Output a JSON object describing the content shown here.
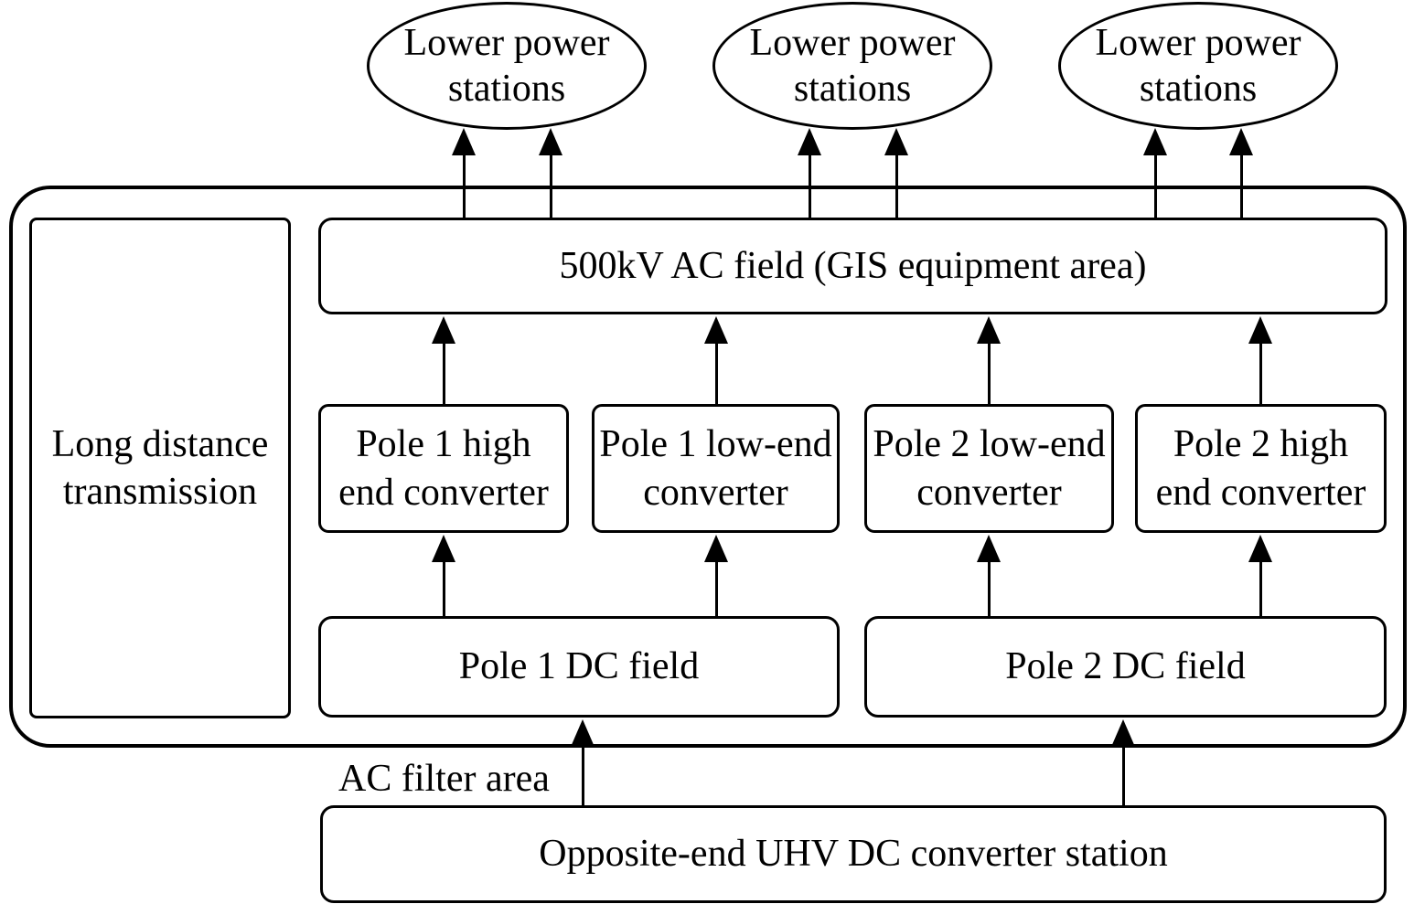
{
  "ellipses": [
    {
      "lines": [
        "Lower power",
        "stations"
      ]
    },
    {
      "lines": [
        "Lower power",
        "stations"
      ]
    },
    {
      "lines": [
        "Lower power",
        "stations"
      ]
    }
  ],
  "station": {
    "long_distance": {
      "lines": [
        "Long distance",
        "transmission"
      ]
    },
    "ac_field": {
      "label": "500kV AC field (GIS equipment area)"
    },
    "converters": [
      {
        "lines": [
          "Pole 1 high",
          "end converter"
        ]
      },
      {
        "lines": [
          "Pole 1 low-end",
          "converter"
        ]
      },
      {
        "lines": [
          "Pole 2 low-end",
          "converter"
        ]
      },
      {
        "lines": [
          "Pole 2 high",
          "end converter"
        ]
      }
    ],
    "dc_fields": [
      {
        "label": "Pole 1 DC field"
      },
      {
        "label": "Pole 2 DC field"
      }
    ],
    "ac_filter_label": "AC filter area"
  },
  "bottom_station": {
    "label": "Opposite-end UHV DC converter station"
  },
  "colors": {
    "line": "#000000",
    "background": "#ffffff"
  },
  "connections": [
    {
      "from": "500kV AC field",
      "to": "Lower power stations 1",
      "arrows": 2
    },
    {
      "from": "500kV AC field",
      "to": "Lower power stations 2",
      "arrows": 2
    },
    {
      "from": "500kV AC field",
      "to": "Lower power stations 3",
      "arrows": 2
    },
    {
      "from": "Pole 1 high end converter",
      "to": "500kV AC field",
      "arrows": 1
    },
    {
      "from": "Pole 1 low-end converter",
      "to": "500kV AC field",
      "arrows": 1
    },
    {
      "from": "Pole 2 low-end converter",
      "to": "500kV AC field",
      "arrows": 1
    },
    {
      "from": "Pole 2 high end converter",
      "to": "500kV AC field",
      "arrows": 1
    },
    {
      "from": "Pole 1 DC field",
      "to": "Pole 1 high end converter",
      "arrows": 1
    },
    {
      "from": "Pole 1 DC field",
      "to": "Pole 1 low-end converter",
      "arrows": 1
    },
    {
      "from": "Pole 2 DC field",
      "to": "Pole 2 low-end converter",
      "arrows": 1
    },
    {
      "from": "Pole 2 DC field",
      "to": "Pole 2 high end converter",
      "arrows": 1
    },
    {
      "from": "Opposite-end UHV DC converter station",
      "to": "Pole 1 DC field",
      "arrows": 1
    },
    {
      "from": "Opposite-end UHV DC converter station",
      "to": "Pole 2 DC field",
      "arrows": 1
    }
  ]
}
